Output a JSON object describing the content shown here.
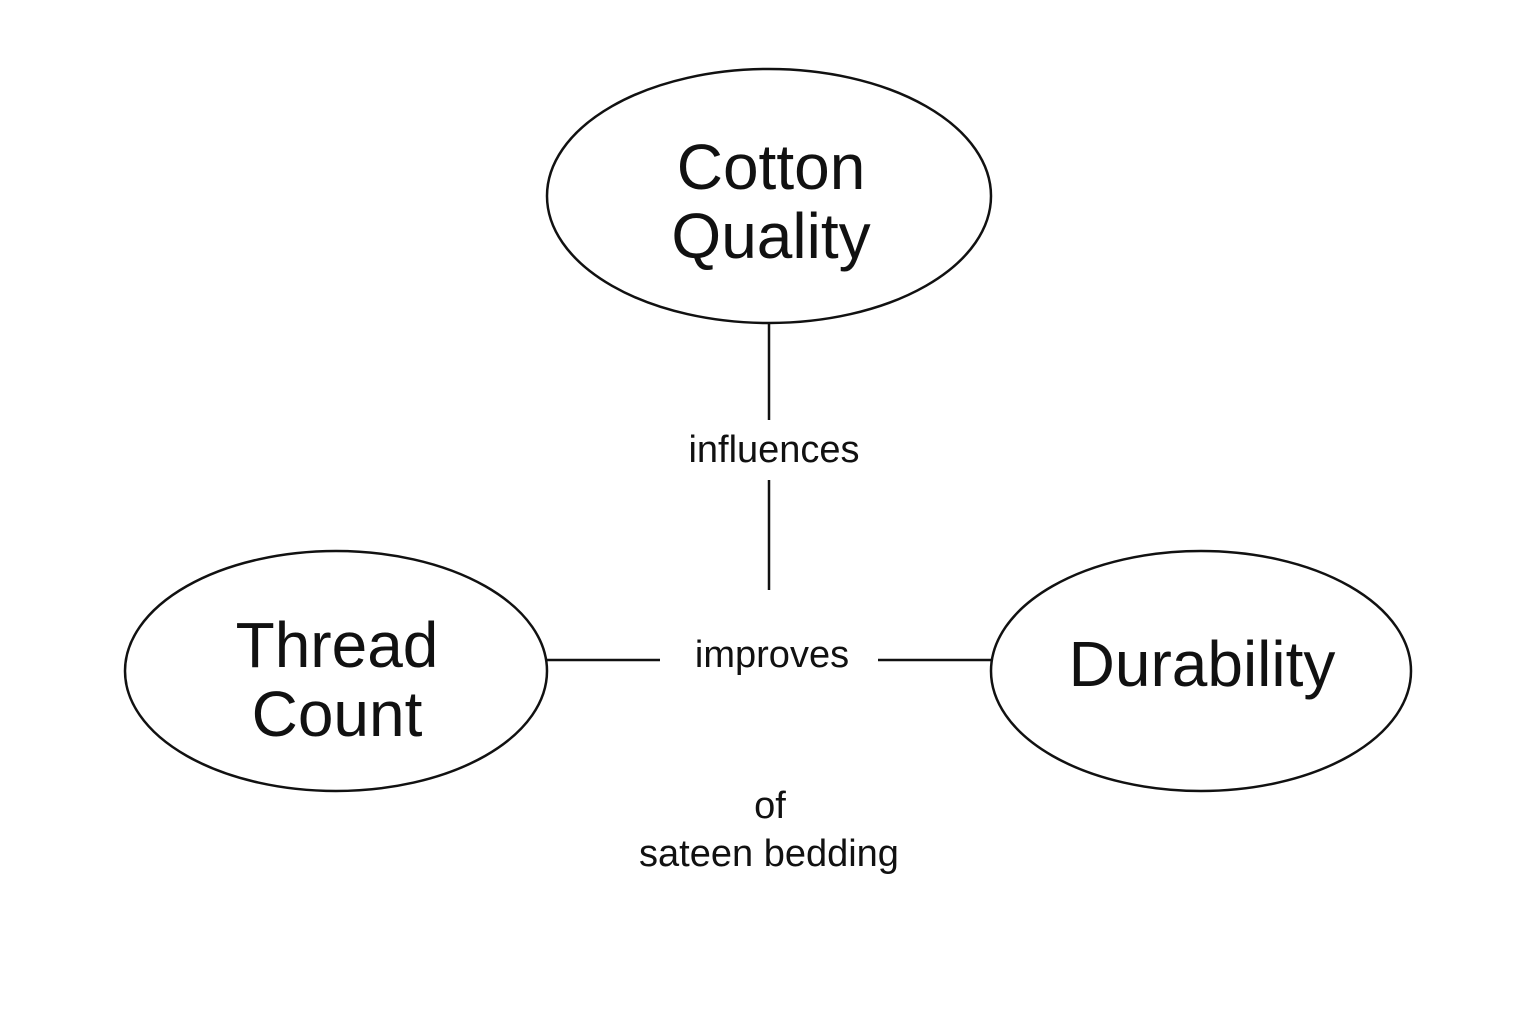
{
  "nodes": {
    "cotton_quality": {
      "line1": "Cotton",
      "line2": "Quality"
    },
    "thread_count": {
      "line1": "Thread",
      "line2": "Count"
    },
    "durability": {
      "label": "Durability"
    }
  },
  "edges": {
    "influences": "influences",
    "improves": "improves"
  },
  "note": {
    "line1": "of",
    "line2": "sateen bedding"
  },
  "colors": {
    "stroke": "#111111",
    "background": "#ffffff"
  }
}
